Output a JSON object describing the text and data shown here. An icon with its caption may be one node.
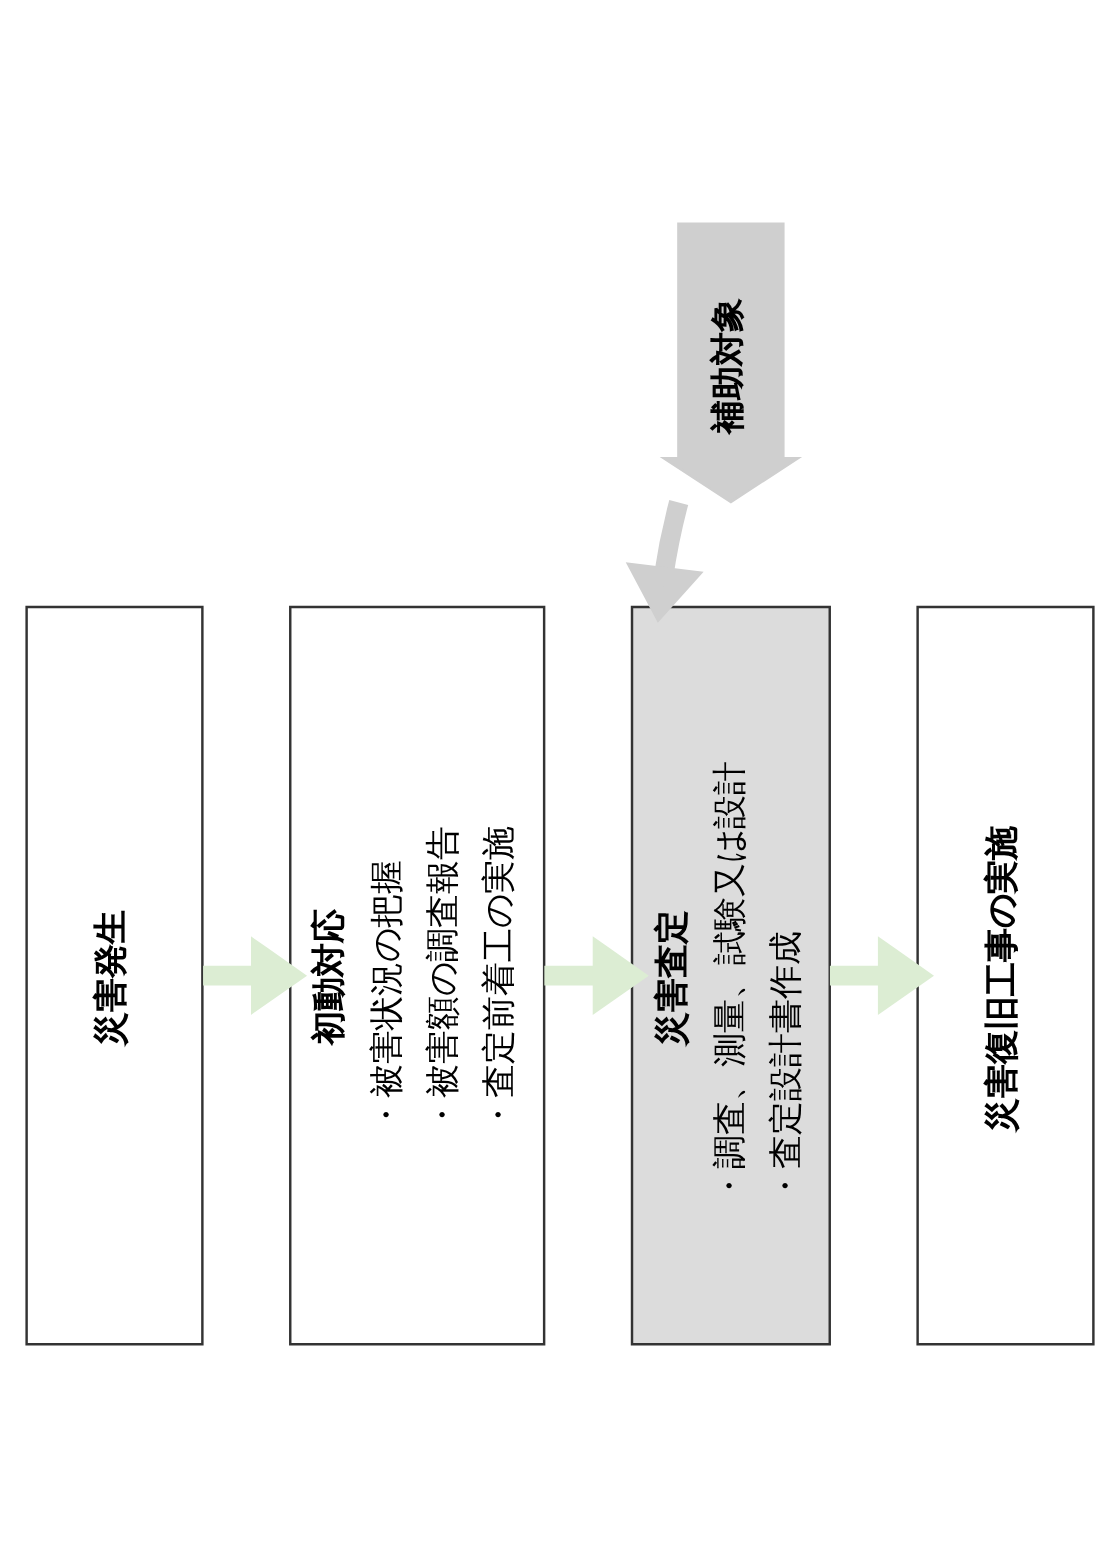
{
  "diagram": {
    "nodes": [
      {
        "text": [
          "災害発生"
        ]
      },
      {
        "text": [
          "初動対応",
          "・被害状況の把握",
          "・被害額の調査報告",
          "・査定前着工の実施"
        ]
      },
      {
        "text": [
          "災害査定",
          "・調査、測量、試験又は設計",
          "・査定設計書作成"
        ]
      },
      {
        "text": [
          "災害復旧工事の実施"
        ]
      },
      {
        "text": [
          "補助対象"
        ]
      }
    ],
    "edges": [
      {
        "from": 0,
        "to": 1,
        "arrow": "to"
      },
      {
        "from": 1,
        "to": 2,
        "arrow": "to"
      },
      {
        "from": 2,
        "to": 3,
        "arrow": "to"
      },
      {
        "from": 4,
        "to": 2,
        "arrow": "to",
        "color": "#cfcfcf"
      }
    ]
  }
}
